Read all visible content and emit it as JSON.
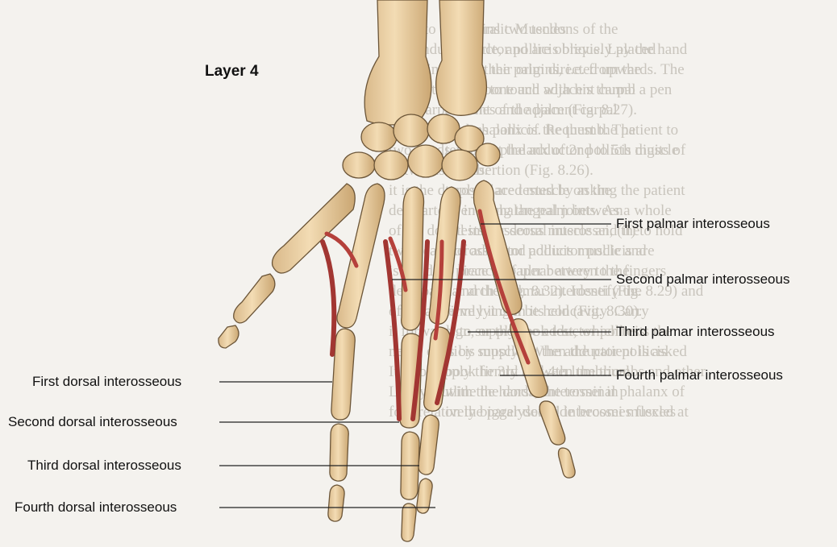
{
  "figure": {
    "title": "Layer 4",
    "labels_right": [
      "First palmar interosseous",
      "Second palmar interosseous",
      "Third palmar interosseous",
      "Fourth palmar interosseous"
    ],
    "labels_left": [
      "First dorsal interosseous",
      "Second dorsal interosseous",
      "Third dorsal interosseous",
      "Fourth dorsal interosseous"
    ]
  },
  "background_text": {
    "right_column": [
      "ss intrinsic Muscles",
      "e abductor pollicis brevis. Lay the hand",
      "le with the palm directed upwards. The",
      "unable to touch with his thumb a pen",
      "in front of the palm (Fig. 8.27).",
      "ponens pollicis. Request the patient to",
      "terminal phalanx of 2nd to 5th digits of",
      "thumb.",
      "terossei are tested by asking the patient",
      "he interphalangeal joints. As a whole",
      "n tests for dorsal interossei, (ii) to hold",
      "nterossei and adductor pollicis are",
      "a piece of paper between the fingers",
      "s and the palmar interossei (Fig. 8.29) and",
      "firmly it can be held (Fig. 8.30).",
      "sign, or the book test, which tests the",
      "llicis muscle. When the patient is asked",
      "book firmly between the thumbs and other",
      "with the hands, the terminal phalanx of",
      "on the paralysed side becomes flexed at"
    ],
    "middle_column": [
      "clasp to the lateral two tendons of the",
      "profundus muscle, and are obliquely placed",
      "operating from their origins, i.e. from the",
      "3rd metacarpal bone and adjacent carpal",
      "metacarpal bones and adjacent carpal",
      "and proximal phalanx of the thumb. The",
      "two heads. Reflect the adductor pollicis muscle",
      "outwards its insertion (Fig. 8.26).",
      "it is the deeply placed muscle on the",
      "deep artery entering the palm between",
      "of 1st dorsal interosseous muscle and the",
      "two heads of adductor pollicis muscle and",
      "is the deep branch of ulnar artery to the",
      "deep palmar arch (Fig. 8.32). Identify the",
      "of ulnar nerve lying in its concavity. Carry",
      "it forwards to supply the adductor pollicis",
      "nerve ends by supplying the adductor pollicis",
      "It also supply the 3rd and 4th lumbrical",
      "Lastly, outline the dorsal interossei in",
      "four relatively bigger dorsal interossei muscles"
    ]
  }
}
